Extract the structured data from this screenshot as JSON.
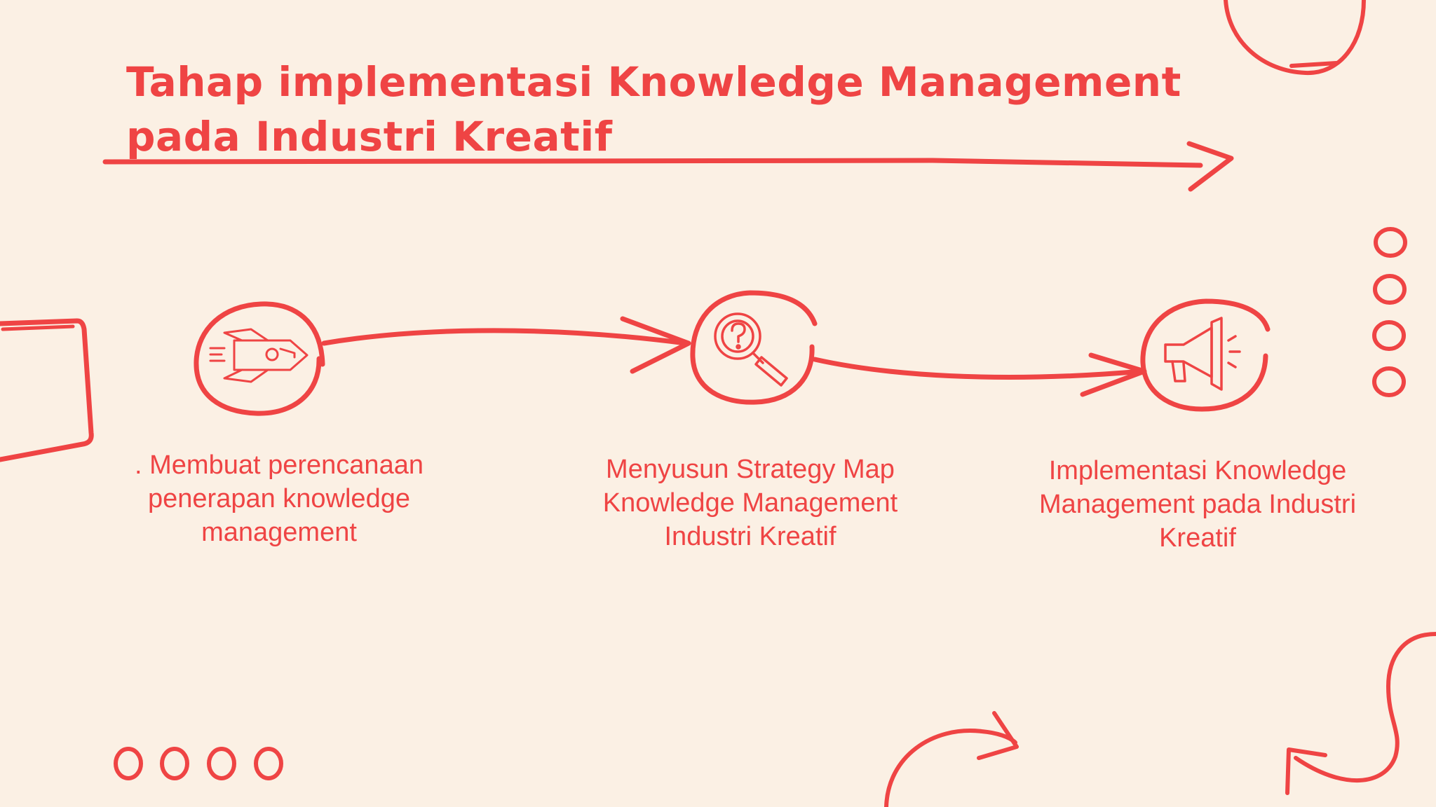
{
  "theme": {
    "accent": "#ef4444",
    "background": "#fbf0e4"
  },
  "title": "Tahap implementasi Knowledge Management pada Industri Kreatif",
  "steps": [
    {
      "icon": "rocket-icon",
      "text": ". Membuat perencanaan penerapan knowledge management"
    },
    {
      "icon": "magnifier-question-icon",
      "text": "Menyusun Strategy Map Knowledge Management Industri Kreatif"
    },
    {
      "icon": "megaphone-icon",
      "text": "Implementasi Knowledge Management pada Industri Kreatif"
    }
  ]
}
